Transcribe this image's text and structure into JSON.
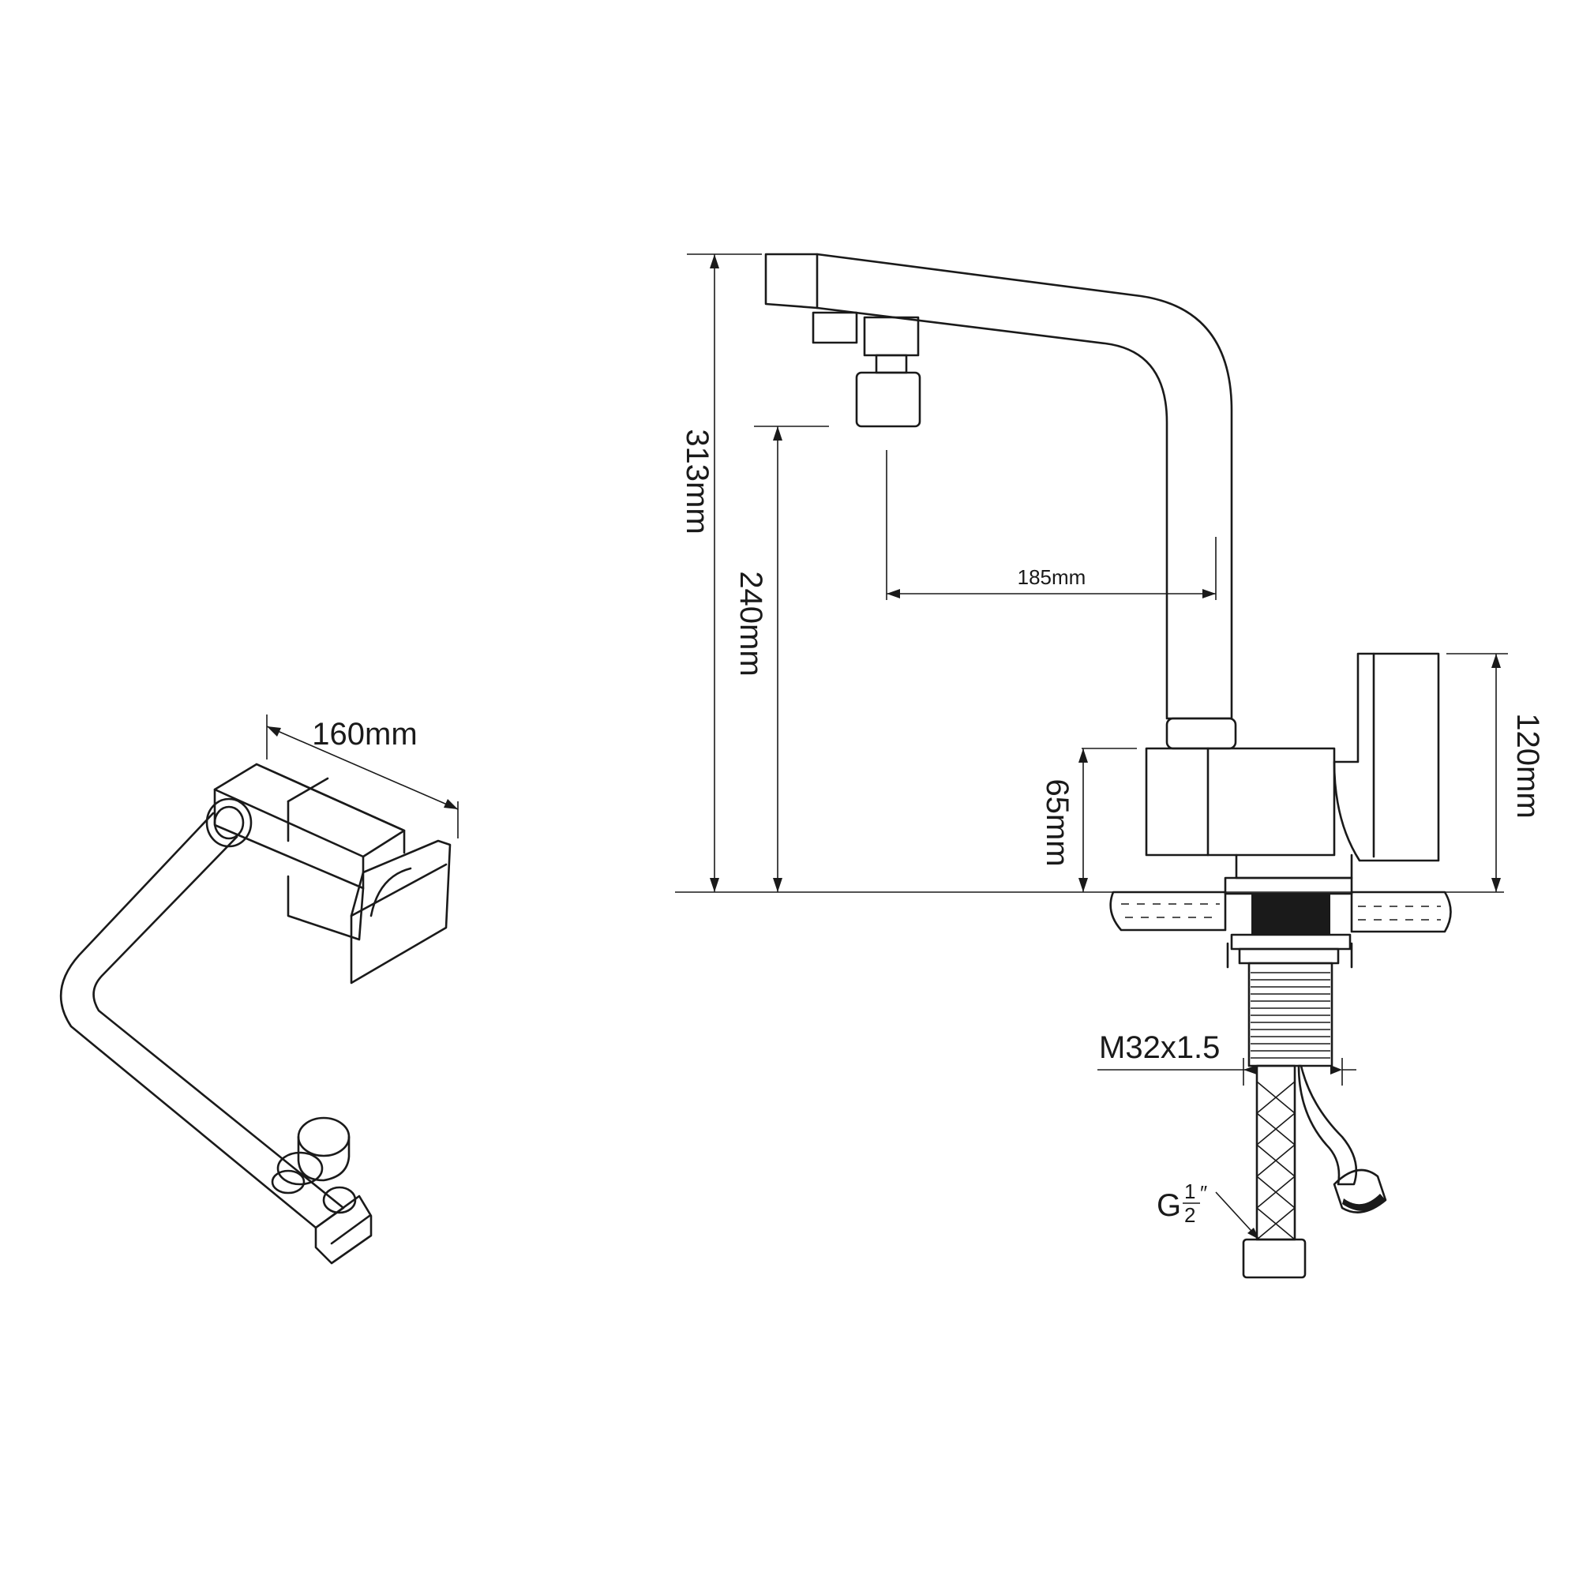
{
  "dimensions": {
    "total_height": "313mm",
    "spout_height": "240mm",
    "spout_reach": "185mm",
    "body_height": "65mm",
    "handle_height": "120mm",
    "top_view_width": "160mm",
    "thread": "M32x1.5"
  },
  "connector": {
    "letter": "G",
    "numerator": "1",
    "denominator": "2",
    "mark": "″"
  },
  "colors": {
    "line": "#1a1a1a",
    "background": "#ffffff"
  }
}
